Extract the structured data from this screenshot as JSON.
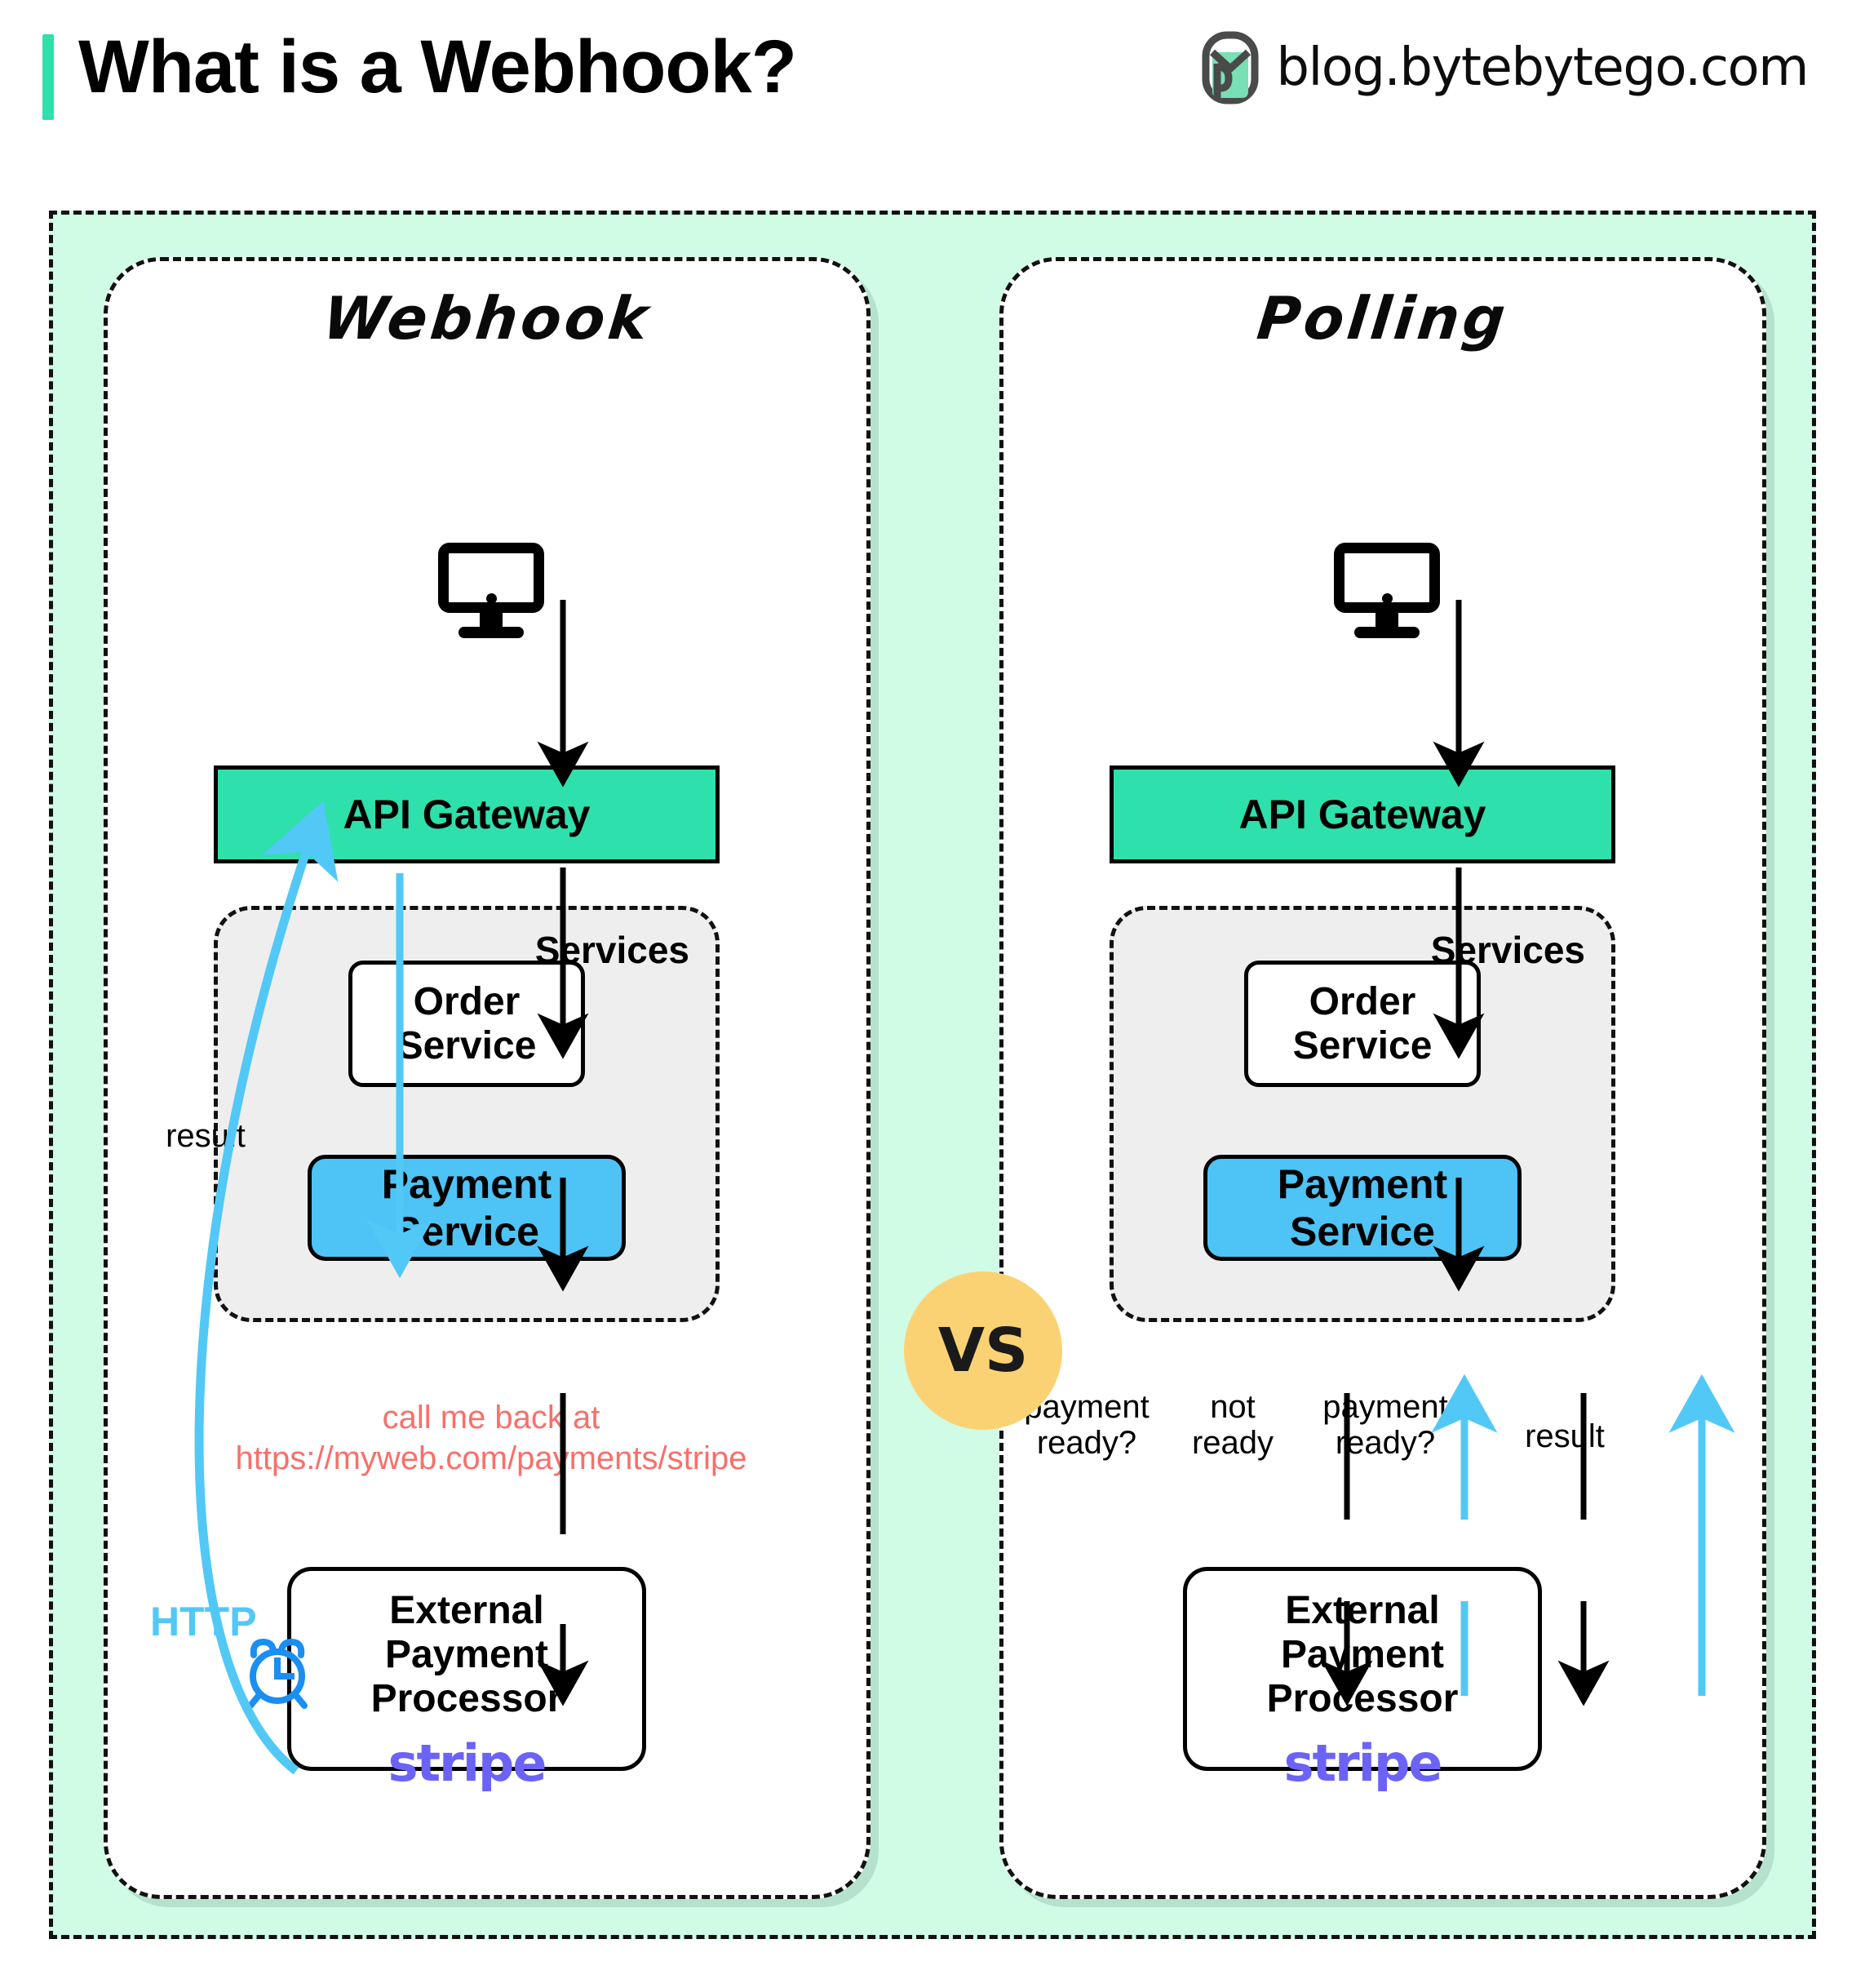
{
  "header": {
    "title": "What is a Webhook?",
    "brand_text": "blog.bytebytego.com",
    "accent_color": "#2ee0ac"
  },
  "colors": {
    "outer_background": "#d0fbe5",
    "gateway": "#2ee0ac",
    "payment_service": "#4ec3f5",
    "services_group": "#eeeeee",
    "vs_badge": "#fbd273",
    "stripe_purple": "#6b63f7",
    "callback_red": "#f96f6a",
    "http_blue": "#52c8f7",
    "clock_blue": "#1b8ef2"
  },
  "vs_badge": {
    "label": "VS"
  },
  "panels": [
    {
      "id": "webhook",
      "title": "Webhook",
      "client_icon": "monitor-icon",
      "gateway": {
        "label": "API Gateway"
      },
      "services": {
        "label": "Services",
        "order_service": {
          "line1": "Order",
          "line2": "Service"
        },
        "payment_service": {
          "label": "Payment Service"
        }
      },
      "callback": {
        "line1": "call me back at",
        "line2": "https://myweb.com/payments/stripe"
      },
      "processor": {
        "line1": "External",
        "line2": "Payment Processor",
        "logo": "stripe"
      },
      "annotations": [
        {
          "name": "result",
          "label": "result"
        },
        {
          "name": "http",
          "label": "HTTP"
        },
        {
          "name": "clock",
          "label": "alarm-clock-icon"
        }
      ]
    },
    {
      "id": "polling",
      "title": "Polling",
      "client_icon": "monitor-icon",
      "gateway": {
        "label": "API Gateway"
      },
      "services": {
        "label": "Services",
        "order_service": {
          "line1": "Order",
          "line2": "Service"
        },
        "payment_service": {
          "label": "Payment Service"
        }
      },
      "processor": {
        "line1": "External",
        "line2": "Payment Processor",
        "logo": "stripe"
      },
      "annotations": [
        {
          "name": "poll-1",
          "line1": "payment",
          "line2": "ready?"
        },
        {
          "name": "not-ready",
          "line1": "not",
          "line2": "ready"
        },
        {
          "name": "poll-2",
          "line1": "payment",
          "line2": "ready?"
        },
        {
          "name": "result",
          "line1": "result",
          "line2": ""
        }
      ]
    }
  ]
}
